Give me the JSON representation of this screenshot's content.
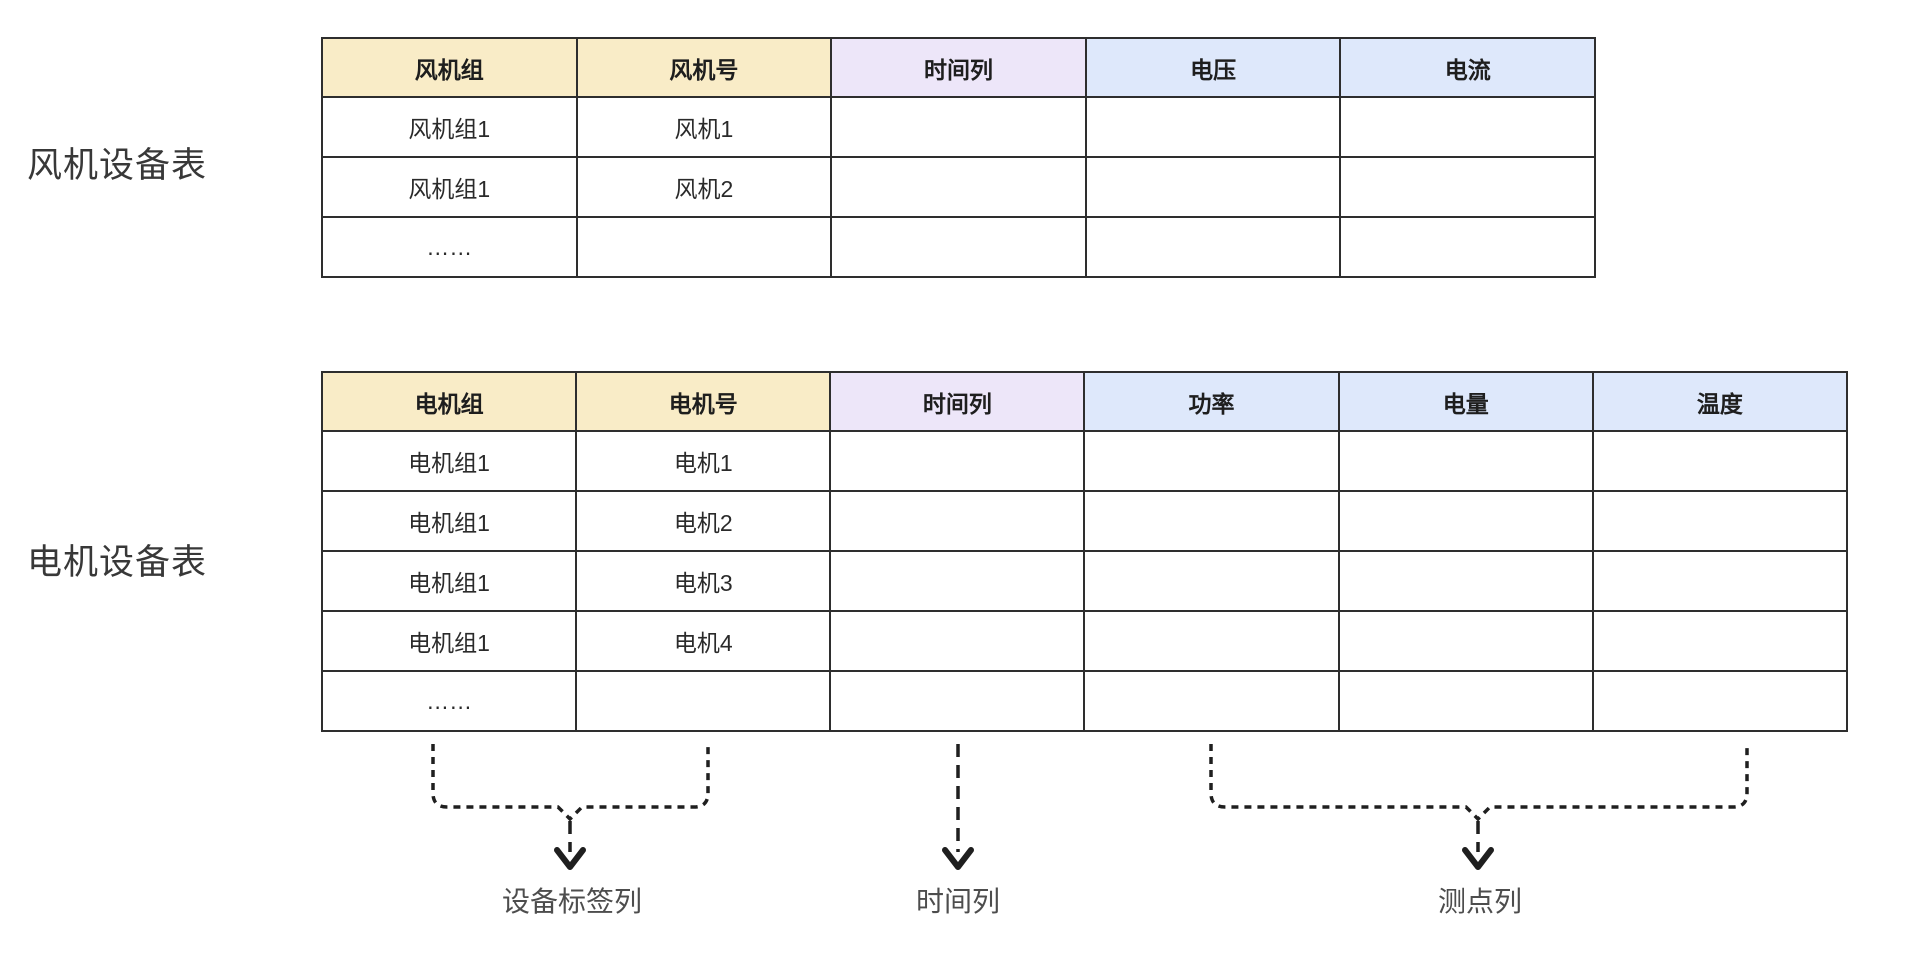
{
  "colors": {
    "header_yellow": "#F9ECC7",
    "header_purple": "#EDE6F9",
    "header_blue": "#DEE8FB",
    "border": "#2e2e2e",
    "title_text": "#383838",
    "annotation_text": "#4d4d4d"
  },
  "tables": [
    {
      "id": "fan",
      "title": "风机设备表",
      "columns": [
        {
          "label": "风机组",
          "color": "yellow"
        },
        {
          "label": "风机号",
          "color": "yellow"
        },
        {
          "label": "时间列",
          "color": "purple"
        },
        {
          "label": "电压",
          "color": "blue"
        },
        {
          "label": "电流",
          "color": "blue"
        }
      ],
      "rows": [
        [
          "风机组1",
          "风机1",
          "",
          "",
          ""
        ],
        [
          "风机组1",
          "风机2",
          "",
          "",
          ""
        ],
        [
          "……",
          "",
          "",
          "",
          ""
        ]
      ]
    },
    {
      "id": "motor",
      "title": "电机设备表",
      "columns": [
        {
          "label": "电机组",
          "color": "yellow"
        },
        {
          "label": "电机号",
          "color": "yellow"
        },
        {
          "label": "时间列",
          "color": "purple"
        },
        {
          "label": "功率",
          "color": "blue"
        },
        {
          "label": "电量",
          "color": "blue"
        },
        {
          "label": "温度",
          "color": "blue"
        }
      ],
      "rows": [
        [
          "电机组1",
          "电机1",
          "",
          "",
          "",
          ""
        ],
        [
          "电机组1",
          "电机2",
          "",
          "",
          "",
          ""
        ],
        [
          "电机组1",
          "电机3",
          "",
          "",
          "",
          ""
        ],
        [
          "电机组1",
          "电机4",
          "",
          "",
          "",
          ""
        ],
        [
          "……",
          "",
          "",
          "",
          "",
          ""
        ]
      ]
    }
  ],
  "annotations": [
    {
      "label": "设备标签列"
    },
    {
      "label": "时间列"
    },
    {
      "label": "测点列"
    }
  ]
}
